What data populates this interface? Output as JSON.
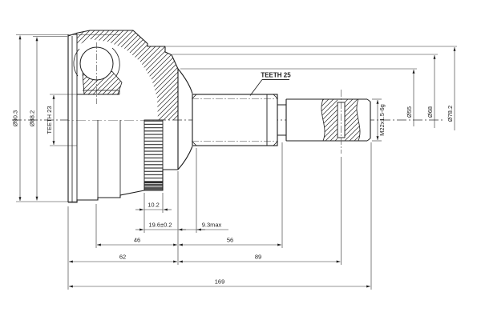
{
  "drawing": {
    "kind": "cv-joint-technical-drawing",
    "colors": {
      "line": "#1c1c1c",
      "dim": "#2a2a2a",
      "background": "#ffffff"
    },
    "labels": {
      "dia_90_3": "Ø90.3",
      "dia_88_2": "Ø88.2",
      "teeth_23": "TEETH 23",
      "teeth_25": "TEETH 25",
      "thread": "M22x1.5-6g",
      "dia_55": "Ø55",
      "dia_68": "Ø68",
      "dia_78_2": "Ø78.2",
      "w_10_2": "10.2",
      "l_19_6": "19.6±0.2",
      "l_9_3": "9.3max",
      "l_46": "46",
      "l_56": "56",
      "l_62": "62",
      "l_89": "89",
      "l_169": "169"
    }
  }
}
